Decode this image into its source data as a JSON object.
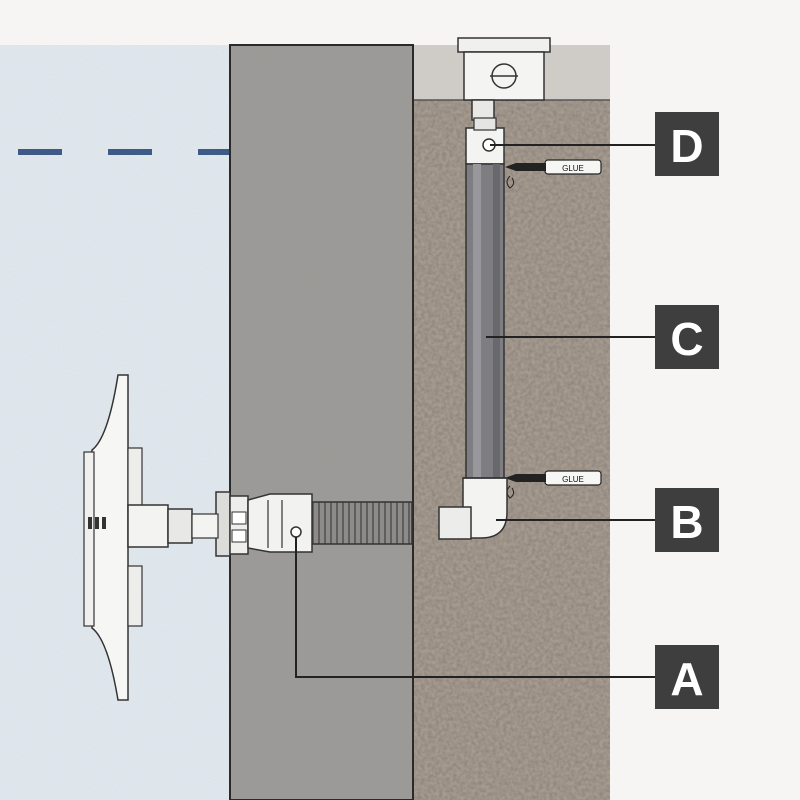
{
  "labels": {
    "a": "A",
    "b": "B",
    "c": "C",
    "d": "D"
  },
  "glue_tags": {
    "upper": "GLUE",
    "lower": "GLUE"
  },
  "colors": {
    "pool_water": "#e3ebf2",
    "concrete_wall": "#9b9a98",
    "soil": "#a89c8f",
    "pipe": "#7e7e82",
    "label_box": "#3e3e3e",
    "dash_line": "#3d5b86",
    "outline": "#2a2a2a"
  }
}
